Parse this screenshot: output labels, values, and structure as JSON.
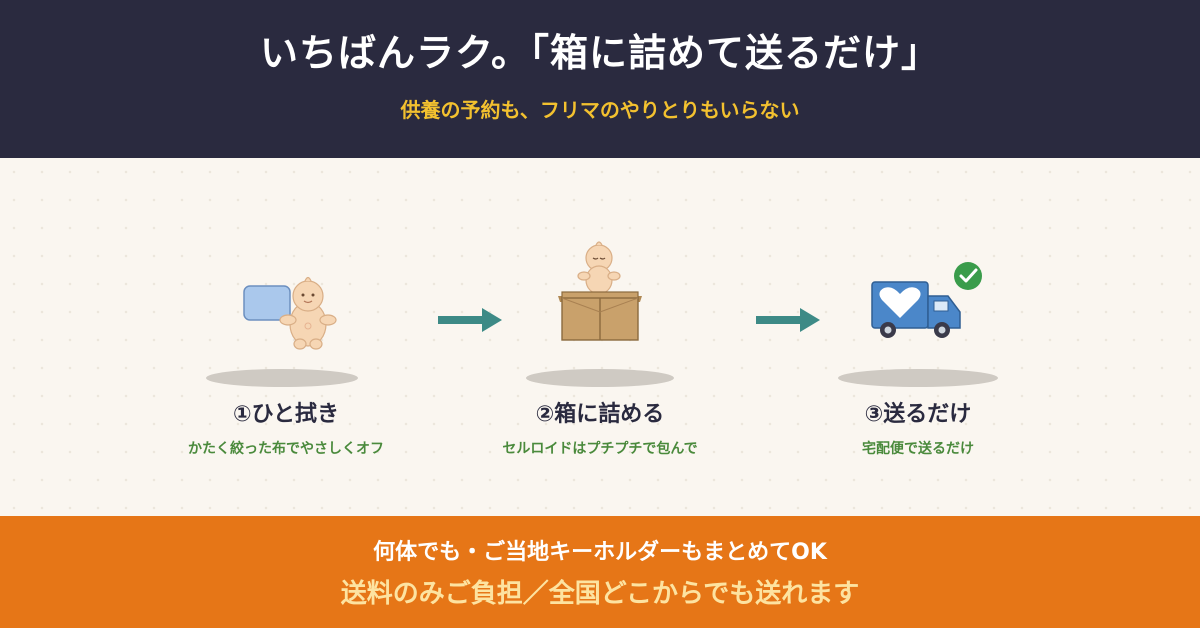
{
  "header": {
    "title": "いちばんラク。「箱に詰めて送るだけ」",
    "subtitle": "供養の予約も、フリマのやりとりもいらない"
  },
  "steps": [
    {
      "title": "①ひと拭き",
      "desc": "かたく絞った布でやさしくオフ",
      "icon": "wipe-cloth-doll-icon"
    },
    {
      "title": "②箱に詰める",
      "desc": "セルロイドはプチプチで包んで",
      "icon": "box-doll-icon"
    },
    {
      "title": "③送るだけ",
      "desc": "宅配便で送るだけ",
      "icon": "delivery-truck-icon"
    }
  ],
  "footer": {
    "line1": "何体でも・ご当地キーホルダーもまとめてOK",
    "line2": "送料のみご負担／全国どこからでも送れます"
  },
  "colors": {
    "header_bg": "#2a2a3f",
    "accent_yellow": "#f3c12f",
    "step_desc_green": "#4a8a3c",
    "arrow_teal": "#3d8a86",
    "footer_bg": "#e67617",
    "check_green": "#3a9c4b"
  }
}
